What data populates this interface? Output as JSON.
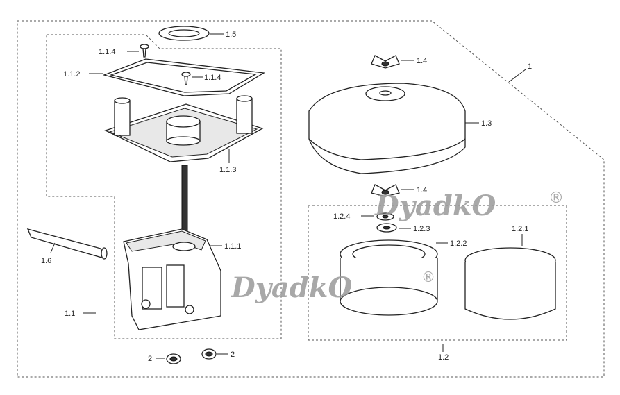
{
  "labels": {
    "l1": "1",
    "l1_1": "1.1",
    "l1_1_1": "1.1.1",
    "l1_1_2": "1.1.2",
    "l1_1_3": "1.1.3",
    "l1_1_4a": "1.1.4",
    "l1_1_4b": "1.1.4",
    "l1_2": "1.2",
    "l1_2_1": "1.2.1",
    "l1_2_2": "1.2.2",
    "l1_2_3": "1.2.3",
    "l1_2_4": "1.2.4",
    "l1_3": "1.3",
    "l1_4a": "1.4",
    "l1_4b": "1.4",
    "l1_5": "1.5",
    "l1_6": "1.6",
    "l2a": "2",
    "l2b": "2"
  },
  "watermark": {
    "brand": "DyadkO",
    "registered": "®"
  }
}
